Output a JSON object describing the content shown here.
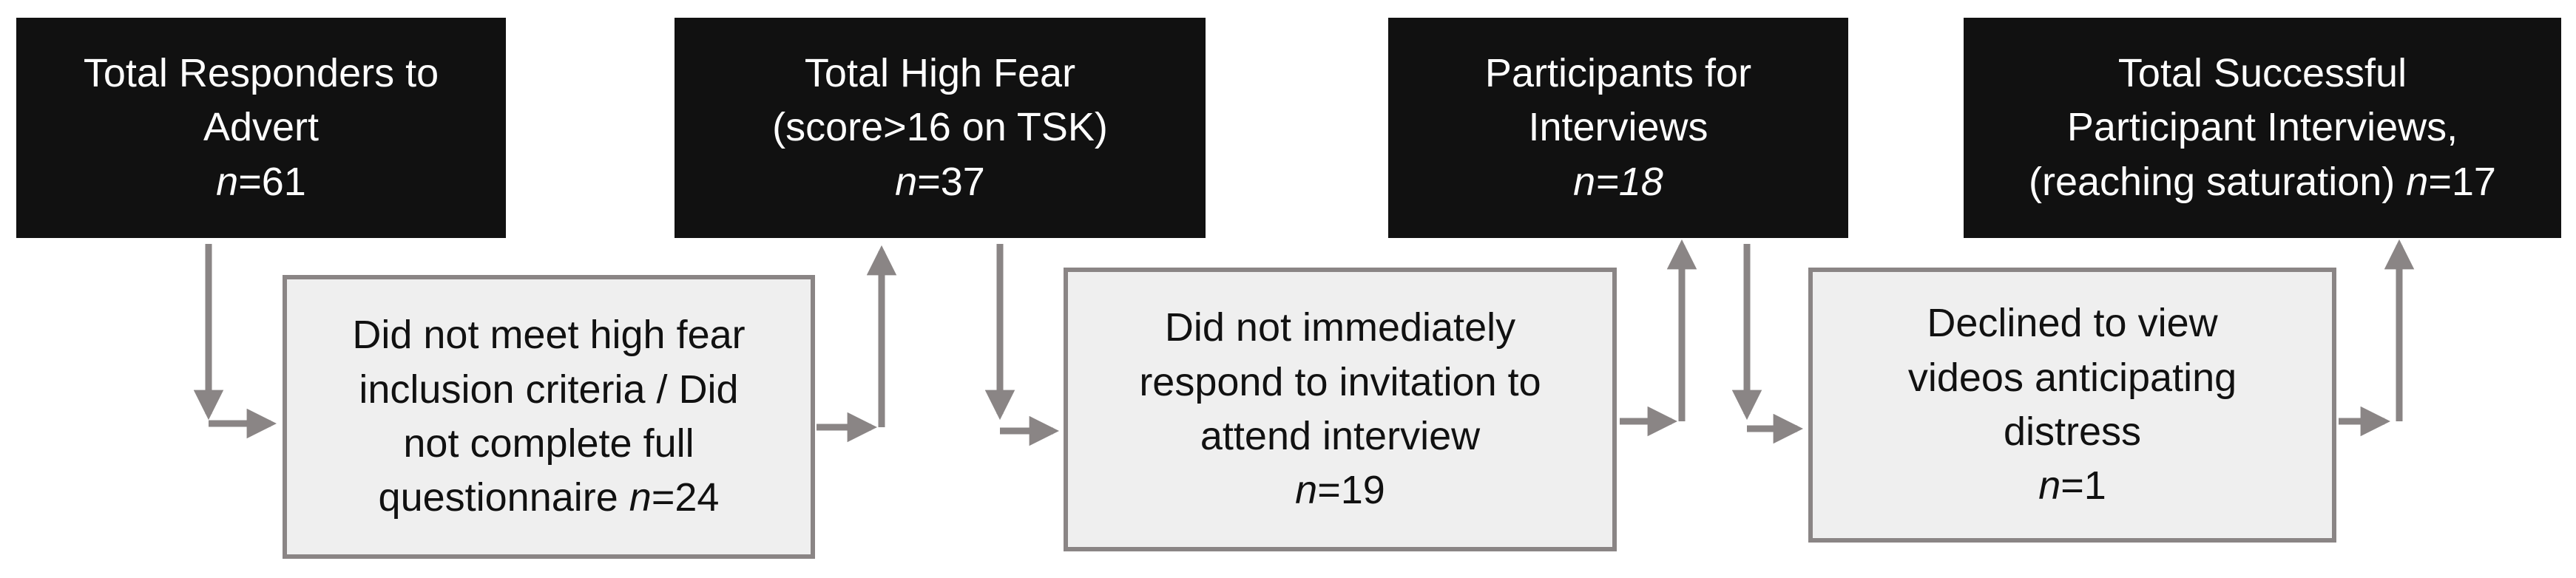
{
  "stages": [
    {
      "lines": [
        "Total Responders to",
        "Advert"
      ],
      "n_label": "n",
      "n_value": "=61"
    },
    {
      "lines": [
        "Total High Fear",
        "(score>16 on TSK)"
      ],
      "n_label": "n",
      "n_value": "=37"
    },
    {
      "lines": [
        "Participants for",
        "Interviews"
      ],
      "n_label": "n=18",
      "n_value": ""
    },
    {
      "lines": [
        "Total Successful",
        "Participant Interviews,"
      ],
      "n_prefix": "(reaching saturation) ",
      "n_label": "n",
      "n_value": "=17"
    }
  ],
  "exclusions": [
    {
      "lines": [
        "Did not meet high fear",
        "inclusion criteria / Did",
        "not complete full"
      ],
      "n_prefix": "questionnaire ",
      "n_label": "n",
      "n_value": "=24"
    },
    {
      "lines": [
        "Did not immediately",
        "respond to invitation to",
        "attend interview"
      ],
      "n_prefix": "",
      "n_label": "n",
      "n_value": "=19"
    },
    {
      "lines": [
        "Declined to view",
        "videos anticipating",
        "distress"
      ],
      "n_prefix": "",
      "n_label": "n",
      "n_value": "=1"
    }
  ],
  "colors": {
    "stage_fill": "#111111",
    "stage_text": "#ffffff",
    "exclusion_fill": "#efefef",
    "exclusion_border": "#8a8585",
    "connector": "#8a8585"
  }
}
